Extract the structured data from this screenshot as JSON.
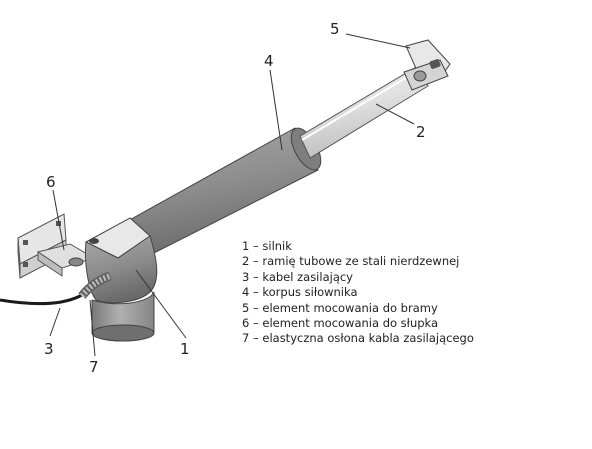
{
  "callouts": {
    "motor": "1",
    "tube_arm": "2",
    "cable": "3",
    "housing": "4",
    "gate_bracket": "5",
    "post_bracket": "6",
    "sleeve": "7"
  },
  "legend": [
    "1 – silnik",
    "2 – ramię tubowe ze stali nierdzewnej",
    "3 – kabel zasilający",
    "4 – korpus siłownika",
    "5 – element mocowania do bramy",
    "6 – element mocowania do słupka",
    "7 – elastyczna osłona kabla zasilającego"
  ],
  "colors": {
    "housing": "#8e8e8e",
    "tube": "#e2e2e2",
    "motor": "#9a9a9a",
    "bracket": "#dcdcdc",
    "cable": "#1a1a1a"
  }
}
